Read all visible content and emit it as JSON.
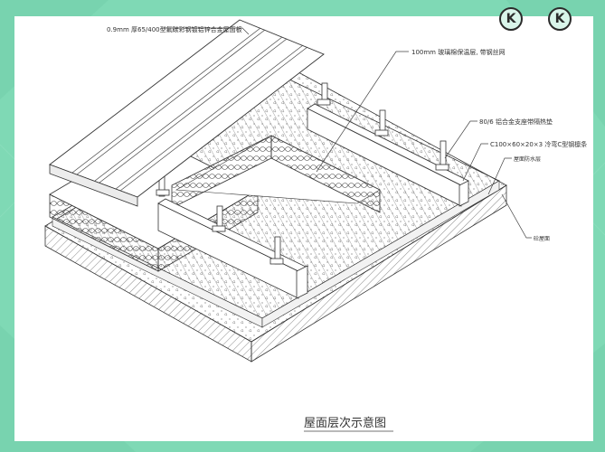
{
  "labels": {
    "sheet": "0.9mm 厚65/400型氟碳彩钢镀铝锌合金屋面板",
    "insulation": "100mm 玻璃棉保温层, 带钢丝网",
    "bracket": "80/6 铝合金支座带隔热垫",
    "purlin": "C100×60×20×3 冷弯C型钢檩条",
    "membrane": "屋面防水层",
    "deck": "砼屋面",
    "caption": "屋面层次示意图"
  },
  "logos": [
    "K",
    "K"
  ],
  "colors": {
    "background": "#7fd9b5",
    "paper": "#ffffff",
    "ink": "#2b2b2b"
  }
}
